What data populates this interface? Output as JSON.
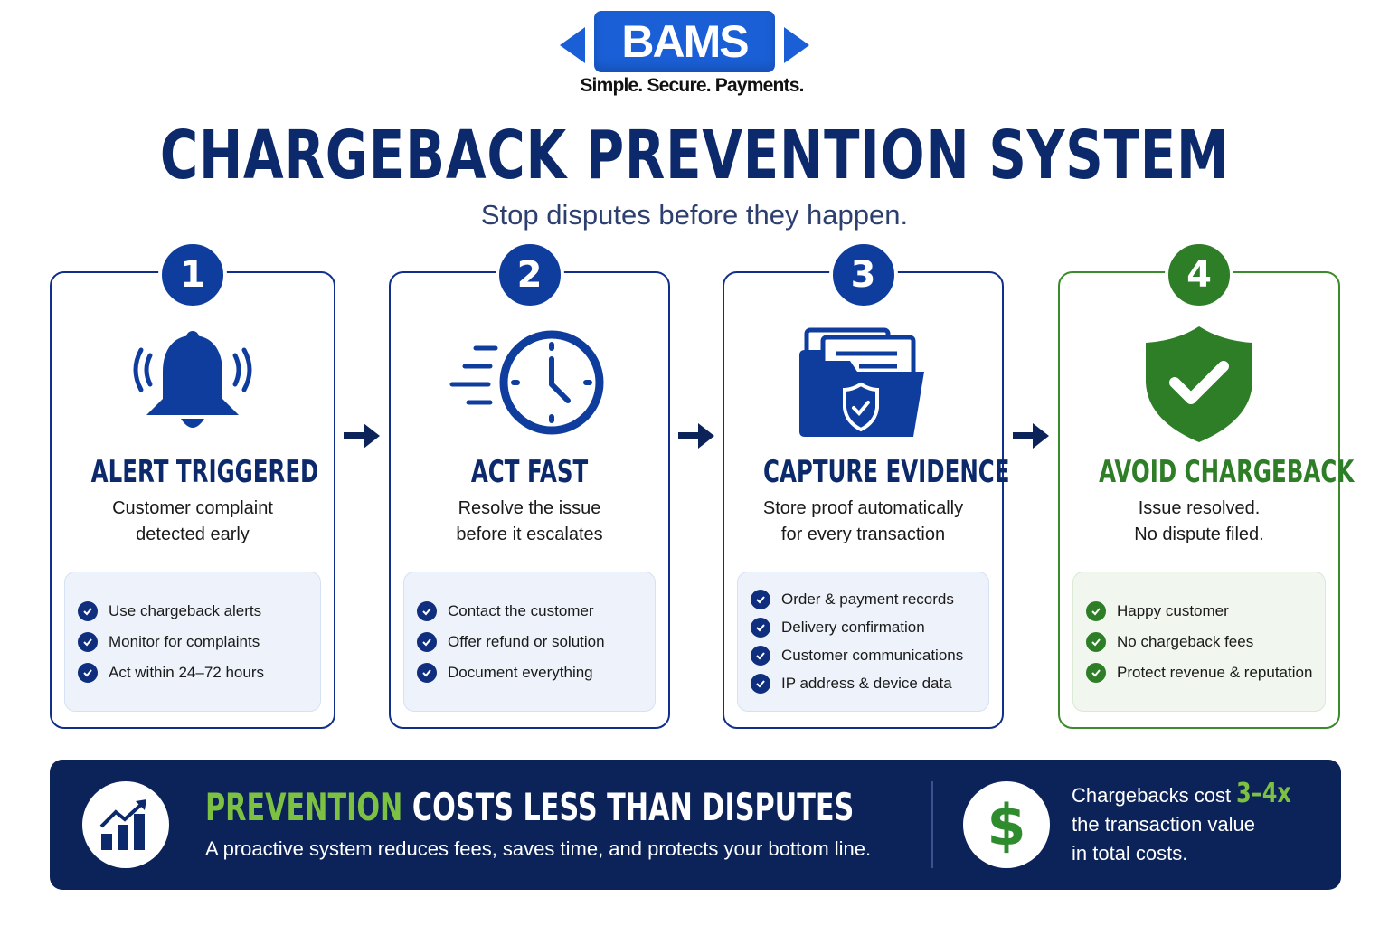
{
  "brand": {
    "logo_text": "BAMS",
    "tagline": "Simple. Secure. Payments."
  },
  "header": {
    "title": "CHARGEBACK PREVENTION SYSTEM",
    "subtitle": "Stop disputes before they happen."
  },
  "colors": {
    "navy": "#0c2a6b",
    "primary_blue": "#0f3d9e",
    "green": "#2e7d27",
    "accent_green": "#7cc142",
    "banner_bg": "#0c2359"
  },
  "steps": [
    {
      "number": "1",
      "icon": "bell-ringing-icon",
      "title": "ALERT TRIGGERED",
      "desc_line1": "Customer complaint",
      "desc_line2": "detected early",
      "items": [
        "Use chargeback alerts",
        "Monitor for complaints",
        "Act within 24–72 hours"
      ]
    },
    {
      "number": "2",
      "icon": "fast-clock-icon",
      "title": "ACT FAST",
      "desc_line1": "Resolve the issue",
      "desc_line2": "before it escalates",
      "items": [
        "Contact the customer",
        "Offer refund or solution",
        "Document everything"
      ]
    },
    {
      "number": "3",
      "icon": "secure-folder-icon",
      "title": "CAPTURE EVIDENCE",
      "desc_line1": "Store proof automatically",
      "desc_line2": "for every transaction",
      "items": [
        "Order & payment records",
        "Delivery confirmation",
        "Customer communications",
        "IP address & device data"
      ]
    },
    {
      "number": "4",
      "icon": "shield-check-icon",
      "title": "AVOID CHARGEBACK",
      "desc_line1": "Issue resolved.",
      "desc_line2": "No dispute filed.",
      "items": [
        "Happy customer",
        "No chargeback fees",
        "Protect revenue & reputation"
      ]
    }
  ],
  "banner": {
    "headline_accent": "PREVENTION",
    "headline_rest": " COSTS LESS THAN DISPUTES",
    "subtext": "A proactive system reduces fees, saves time, and protects your bottom line.",
    "dollar_symbol": "$",
    "stat_prefix": "Chargebacks cost ",
    "stat_value": "3–4x",
    "stat_line2": "the transaction value",
    "stat_line3": "in total costs."
  }
}
